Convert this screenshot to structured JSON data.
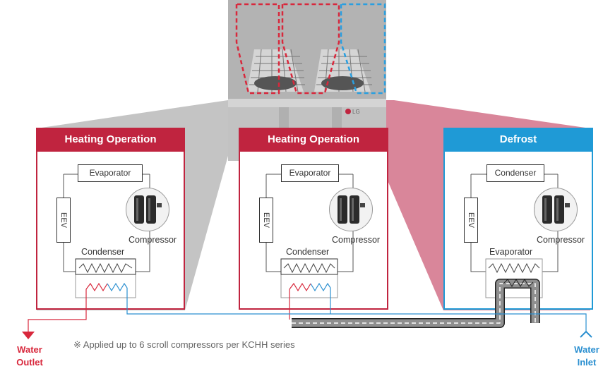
{
  "panels": [
    {
      "title": "Heating Operation",
      "top_box": "Evaporator",
      "eev": "EEV",
      "compressor": "Compressor",
      "bottom_label": "Condenser",
      "color": "#c0243f"
    },
    {
      "title": "Heating Operation",
      "top_box": "Evaporator",
      "eev": "EEV",
      "compressor": "Compressor",
      "bottom_label": "Condenser",
      "color": "#c0243f"
    },
    {
      "title": "Defrost",
      "top_box": "Condenser",
      "eev": "EEV",
      "compressor": "Compressor",
      "bottom_label": "Evaporator",
      "color": "#1f9ad6"
    }
  ],
  "footer": {
    "outlet_line1": "Water",
    "outlet_line2": "Outlet",
    "inlet_line1": "Water",
    "inlet_line2": "Inlet",
    "note": "※ Applied up to 6 scroll compressors per KCHH series"
  },
  "brand": "LG",
  "colors": {
    "heating": "#c0243f",
    "defrost": "#1f9ad6",
    "water_out": "#d8283c",
    "water_in": "#2a8fd0"
  }
}
